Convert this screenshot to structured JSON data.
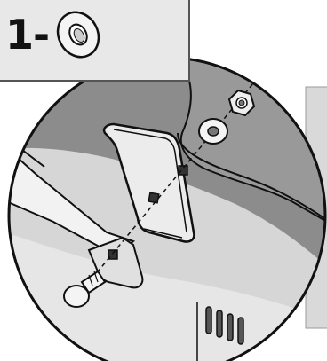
{
  "step": {
    "number_text": "1-",
    "part_icon": "flat-washer-icon"
  },
  "colors": {
    "callout_bg": "#e8e8e8",
    "callout_border": "#555555",
    "dark_panel": "#8a8a8a",
    "light_panel": "#d4d4d4",
    "bracket": "#ececec",
    "outline": "#111111"
  },
  "parts": [
    {
      "name": "flat-washer",
      "icon": "washer-icon"
    },
    {
      "name": "hex-nut",
      "icon": "hex-nut-icon"
    },
    {
      "name": "carriage-bolt",
      "icon": "bolt-icon"
    },
    {
      "name": "u-bracket",
      "icon": "bracket-icon"
    }
  ]
}
